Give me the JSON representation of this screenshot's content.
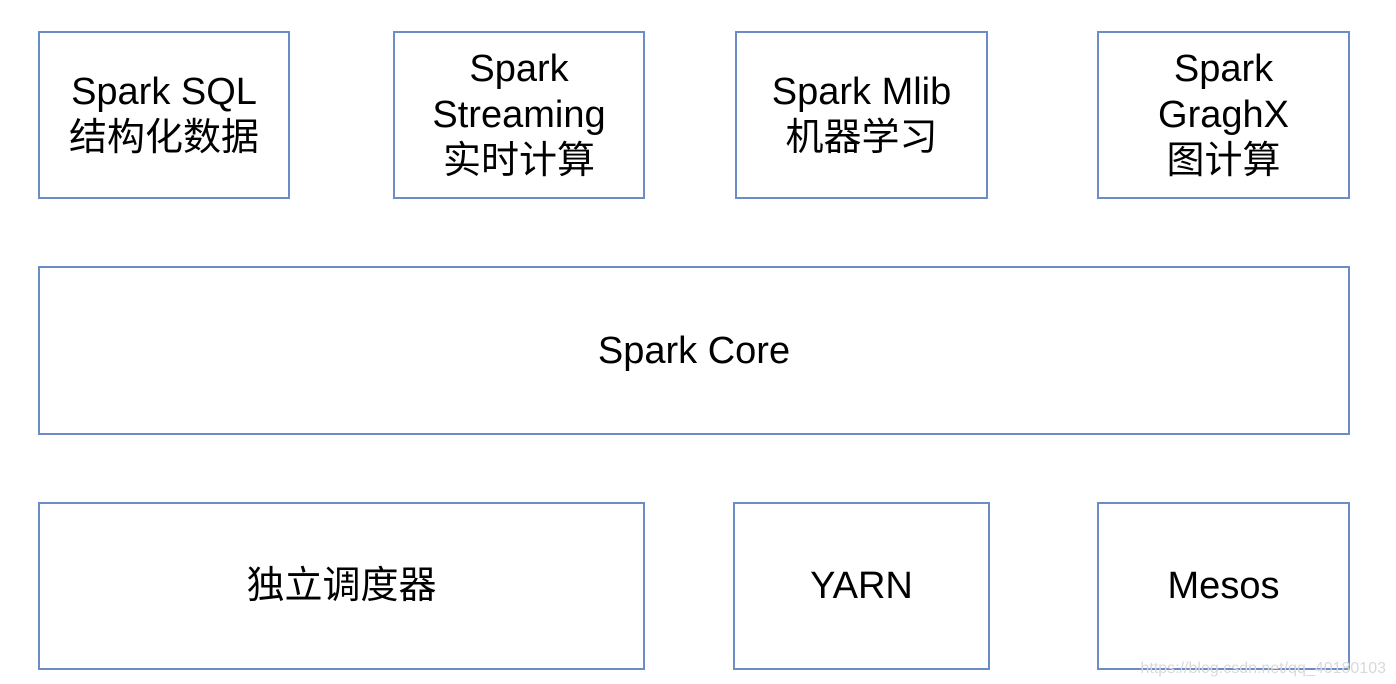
{
  "top_row": {
    "spark_sql": {
      "line1": "Spark SQL",
      "line2": "结构化数据"
    },
    "spark_streaming": {
      "line1": "Spark",
      "line2": "Streaming",
      "line3": "实时计算"
    },
    "spark_mlib": {
      "line1": "Spark Mlib",
      "line2": "机器学习"
    },
    "spark_graphx": {
      "line1": "Spark",
      "line2": "GraghX",
      "line3": "图计算"
    }
  },
  "middle_row": {
    "spark_core": {
      "label": "Spark Core"
    }
  },
  "bottom_row": {
    "standalone": {
      "label": "独立调度器"
    },
    "yarn": {
      "label": "YARN"
    },
    "mesos": {
      "label": "Mesos"
    }
  },
  "watermark": "https://blog.csdn.net/qq_40180103",
  "colors": {
    "box_border": "#6b8cc7",
    "text": "#000000",
    "background": "#ffffff"
  }
}
